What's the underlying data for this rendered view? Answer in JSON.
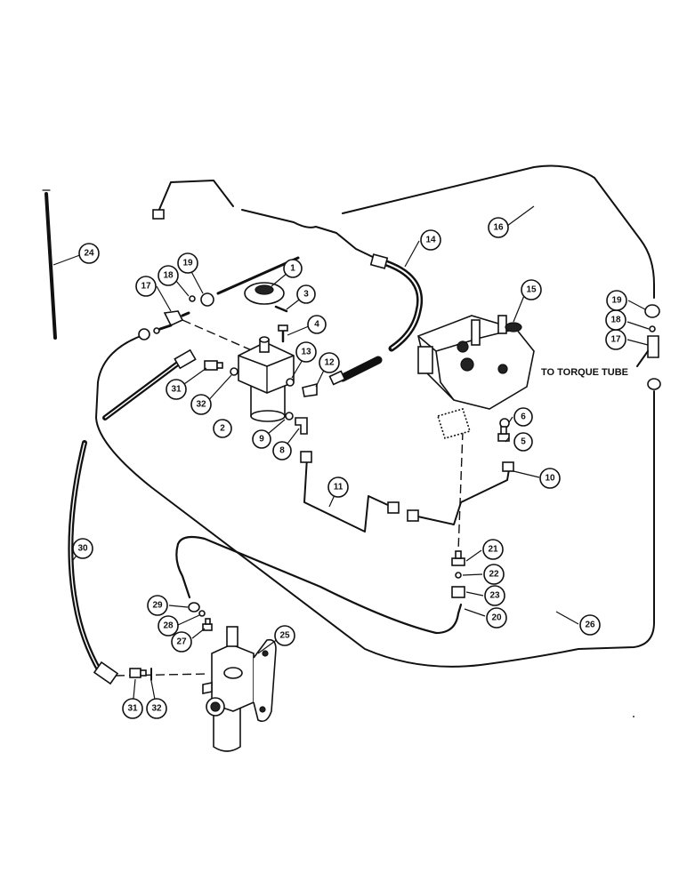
{
  "callouts": [
    {
      "id": "c1",
      "label": "1"
    },
    {
      "id": "c2",
      "label": "2"
    },
    {
      "id": "c3",
      "label": "3"
    },
    {
      "id": "c4",
      "label": "4"
    },
    {
      "id": "c5",
      "label": "5"
    },
    {
      "id": "c6",
      "label": "6"
    },
    {
      "id": "c8",
      "label": "8"
    },
    {
      "id": "c9",
      "label": "9"
    },
    {
      "id": "c10",
      "label": "10"
    },
    {
      "id": "c11",
      "label": "11"
    },
    {
      "id": "c12",
      "label": "12"
    },
    {
      "id": "c13",
      "label": "13"
    },
    {
      "id": "c14",
      "label": "14"
    },
    {
      "id": "c15",
      "label": "15"
    },
    {
      "id": "c16",
      "label": "16"
    },
    {
      "id": "c17a",
      "label": "17"
    },
    {
      "id": "c17b",
      "label": "17"
    },
    {
      "id": "c18a",
      "label": "18"
    },
    {
      "id": "c18b",
      "label": "18"
    },
    {
      "id": "c19a",
      "label": "19"
    },
    {
      "id": "c19b",
      "label": "19"
    },
    {
      "id": "c20",
      "label": "20"
    },
    {
      "id": "c21",
      "label": "21"
    },
    {
      "id": "c22",
      "label": "22"
    },
    {
      "id": "c23",
      "label": "23"
    },
    {
      "id": "c24",
      "label": "24"
    },
    {
      "id": "c25",
      "label": "25"
    },
    {
      "id": "c26",
      "label": "26"
    },
    {
      "id": "c27",
      "label": "27"
    },
    {
      "id": "c28",
      "label": "28"
    },
    {
      "id": "c29",
      "label": "29"
    },
    {
      "id": "c30",
      "label": "30"
    },
    {
      "id": "c31a",
      "label": "31"
    },
    {
      "id": "c31b",
      "label": "31"
    },
    {
      "id": "c32a",
      "label": "32"
    },
    {
      "id": "c32b",
      "label": "32"
    }
  ],
  "notes": {
    "torque_tube": "TO TORQUE TUBE"
  }
}
